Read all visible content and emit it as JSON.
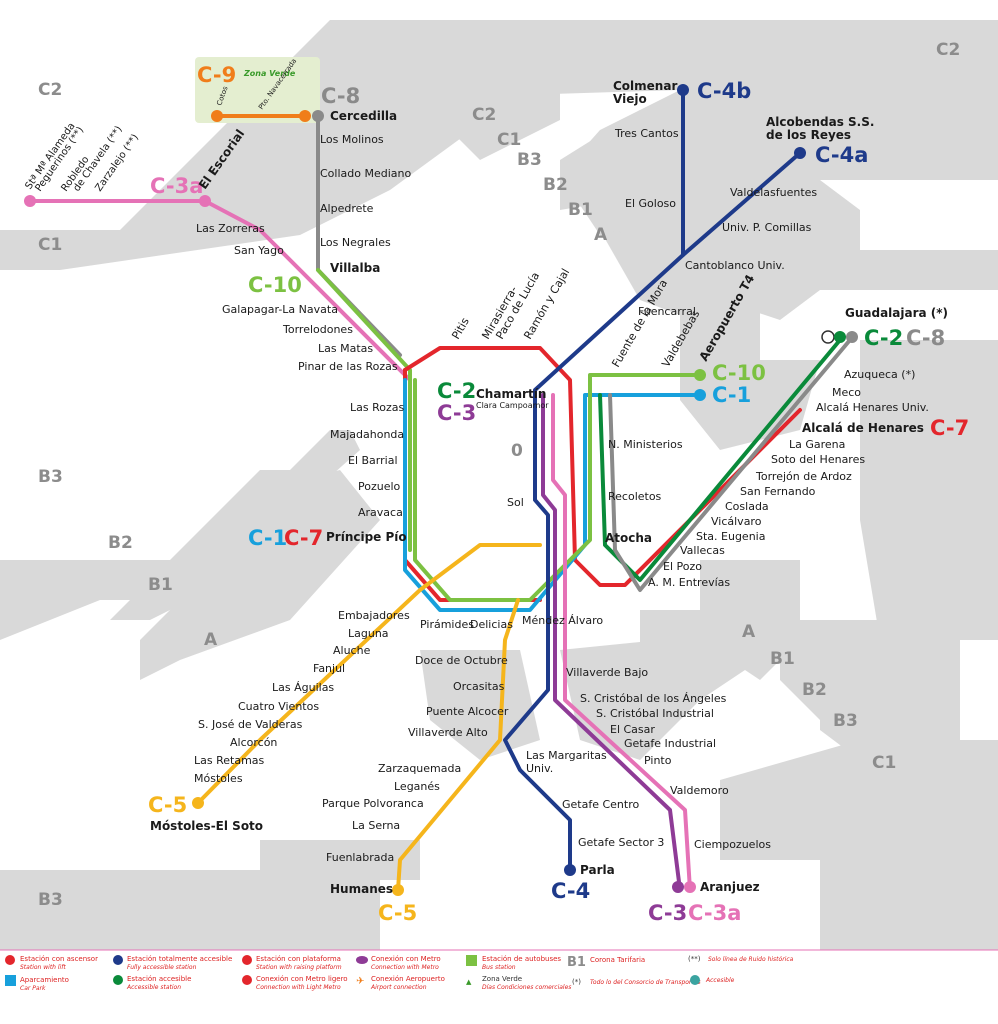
{
  "zone_labels": {
    "c2_tl": "C2",
    "c2_tr": "C2",
    "c2_mid": "C2",
    "c1_l": "C1",
    "c1_mid": "C1",
    "c1_br": "C1",
    "b3_top": "B3",
    "b3_l": "B3",
    "b3_bl": "B3",
    "b3_r": "B3",
    "b2_top": "B2",
    "b2_l": "B2",
    "b2_r": "B2",
    "b1_top": "B1",
    "b1_l": "B1",
    "b1_r": "B1",
    "a_top": "A",
    "a_l": "A",
    "a_r": "A",
    "zero": "0"
  },
  "lines": {
    "c1": "C-1",
    "c2": "C-2",
    "c3": "C-3",
    "c3a": "C-3a",
    "c4": "C-4",
    "c4a": "C-4a",
    "c4b": "C-4b",
    "c5": "C-5",
    "c7": "C-7",
    "c8": "C-8",
    "c9": "C-9",
    "c10": "C-10"
  },
  "c9_box": {
    "zona_verde": "Zona Verde",
    "cotos": "Cotos",
    "puerto": "Pto. Navacerrada"
  },
  "stations": {
    "cercedilla": "Cercedilla",
    "los_molinos": "Los Molinos",
    "collado_mediano": "Collado Mediano",
    "alpedrete": "Alpedrete",
    "los_negrales": "Los Negrales",
    "villalba": "Villalba",
    "el_escorial": "El Escorial",
    "las_zorreras": "Las Zorreras",
    "san_yago": "San Yago",
    "st_m_alameda": "Stª Mª Alameda",
    "peguerinos": "Peguerinos (**)",
    "robledo": "Robledo",
    "de_chavela": "de Chavela (**)",
    "zarzalejo": "Zarzalejo (**)",
    "galapagar": "Galapagar-La Navata",
    "torrelodones": "Torrelodones",
    "las_matas": "Las Matas",
    "pinar": "Pinar de las Rozas",
    "las_rozas": "Las Rozas",
    "majadahonda": "Majadahonda",
    "el_barrial": "El Barrial",
    "pozuelo": "Pozuelo",
    "aravaca": "Aravaca",
    "principe_pio": "Príncipe Pío",
    "pitis": "Pitis",
    "mirasierra": "Mirasierra-",
    "paco_lucia": "Paco de Lucía",
    "ramon_cajal": "Ramón y Cajal",
    "fuente_mora": "Fuente de la Mora",
    "valdebebas": "Valdebebas",
    "aeropuerto": "Aeropuerto T4",
    "chamartin": "Chamartín",
    "clara_campoamor": "Clara Campoamor",
    "n_ministerios": "N. Ministerios",
    "recoletos": "Recoletos",
    "sol": "Sol",
    "atocha": "Atocha",
    "colmenar": "Colmenar",
    "viejo": "Viejo",
    "tres_cantos": "Tres Cantos",
    "el_goloso": "El Goloso",
    "alcobendas": "Alcobendas S.S.",
    "reyes": "de los Reyes",
    "valdelasfuentes": "Valdelasfuentes",
    "comillas": "Univ. P. Comillas",
    "cantoblanco": "Cantoblanco Univ.",
    "fuencarral": "Fuencarral",
    "guadalajara": "Guadalajara (*)",
    "azuqueca": "Azuqueca (*)",
    "meco": "Meco",
    "alcala_univ": "Alcalá Henares Univ.",
    "alcala": "Alcalá de Henares",
    "la_garena": "La Garena",
    "soto": "Soto del Henares",
    "torrejon": "Torrejón de Ardoz",
    "san_fernando": "San Fernando",
    "coslada": "Coslada",
    "vicalvaro": "Vicálvaro",
    "sta_eugenia": "Sta. Eugenia",
    "vallecas": "Vallecas",
    "el_pozo": "El Pozo",
    "entrevias": "A. M. Entrevías",
    "embajadores": "Embajadores",
    "laguna": "Laguna",
    "aluche": "Aluche",
    "fanjul": "Fanjul",
    "las_aguilas": "Las Águilas",
    "cuatro_vientos": "Cuatro Vientos",
    "jose_valderas": "S. José de Valderas",
    "alcorcon": "Alcorcón",
    "las_retamas": "Las Retamas",
    "mostoles": "Móstoles",
    "mostoles_soto": "Móstoles-El Soto",
    "piramides": "Pirámides",
    "delicias": "Delicias",
    "mendez_alvaro": "Méndez Álvaro",
    "doce_octubre": "Doce de Octubre",
    "orcasitas": "Orcasitas",
    "puente_alcocer": "Puente Alcocer",
    "villaverde_alto": "Villaverde Alto",
    "zarzaquemada": "Zarzaquemada",
    "leganes": "Leganés",
    "parque_polvoranca": "Parque Polvoranca",
    "la_serna": "La Serna",
    "fuenlabrada": "Fuenlabrada",
    "humanes": "Humanes",
    "villaverde_bajo": "Villaverde Bajo",
    "cristobal_angeles": "S. Cristóbal de los Ángeles",
    "cristobal_ind": "S. Cristóbal Industrial",
    "el_casar": "El Casar",
    "getafe_ind": "Getafe Industrial",
    "pinto": "Pinto",
    "valdemoro": "Valdemoro",
    "ciempozuelos": "Ciempozuelos",
    "aranjuez": "Aranjuez",
    "las_margaritas": "Las Margaritas",
    "margaritas_univ": "Univ.",
    "getafe_centro": "Getafe Centro",
    "getafe_sector3": "Getafe Sector 3",
    "parla": "Parla"
  },
  "legend": {
    "ascensor": "Estación con ascensor",
    "ascensor_en": "Station with lift",
    "aparcamiento": "Aparcamiento",
    "aparcamiento_en": "Car Park",
    "accesible": "Estación totalmente accesible",
    "accesible_en": "Fully accessible station",
    "accesible2": "Estación accesible",
    "accesible2_en": "Accessible station",
    "plataforma": "Estación con plataforma",
    "plataforma_en": "Station with raising platform",
    "metro_ligero": "Conexión con Metro ligero",
    "metro_ligero_en": "Connection with Light Metro",
    "metro": "Conexión con Metro",
    "metro_en": "Connection with Metro",
    "aeropuerto": "Conexión Aeropuerto",
    "aeropuerto_en": "Airport connection",
    "autobuses": "Estación de autobuses",
    "autobuses_en": "Bus station",
    "zona_verde": "Zona Verde",
    "zona_verde_en": "Días Condiciones comerciales",
    "corona": "Corona Tarifaria",
    "corona_code": "B1",
    "titulo": "Todo lo del Consorcio de Transportes",
    "titulo_mark": "(*)",
    "historica": "Solo línea de Ruido histórica",
    "historica_mark": "(**)",
    "asequible": "Accesible"
  }
}
